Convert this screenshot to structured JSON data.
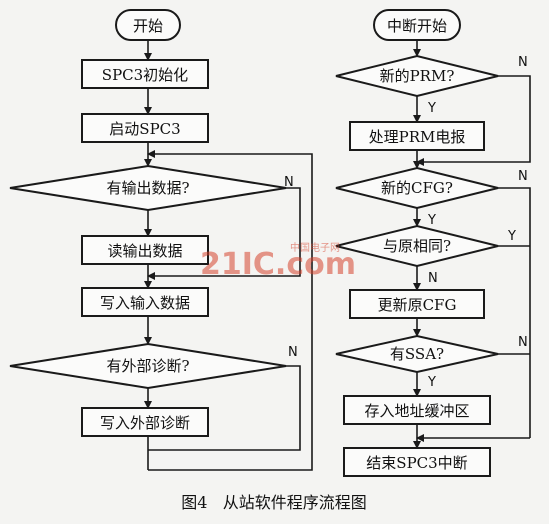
{
  "left_flow": {
    "start": "开始",
    "init": "SPC3初始化",
    "launch": "启动SPC3",
    "decision_output": "有输出数据?",
    "read_output": "读输出数据",
    "write_input": "写入输入数据",
    "decision_diag": "有外部诊断?",
    "write_diag": "写入外部诊断"
  },
  "right_flow": {
    "start": "中断开始",
    "decision_prm": "新的PRM?",
    "process_prm": "处理PRM电报",
    "decision_cfg": "新的CFG?",
    "decision_same": "与原相同?",
    "update_cfg": "更新原CFG",
    "decision_ssa": "有SSA?",
    "store_addr": "存入地址缓冲区",
    "end": "结束SPC3中断"
  },
  "branch_labels": {
    "yes": "Y",
    "no": "N"
  },
  "watermark": {
    "logo": "21IC.com",
    "subtitle": "中国电子网"
  },
  "caption": "图4   从站软件程序流程图"
}
